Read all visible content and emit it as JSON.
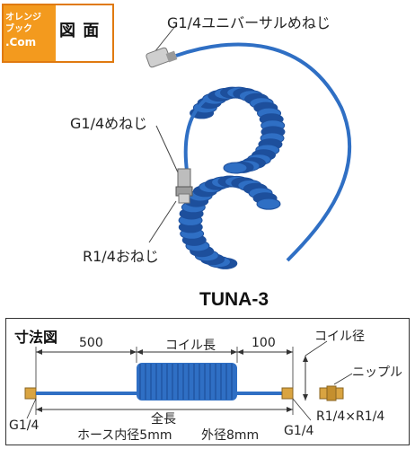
{
  "logo": {
    "line1": "オレンジ",
    "line2": "ブック",
    "com": ".Com",
    "tag": "図 面"
  },
  "labels": {
    "universal_female": "G1/4ユニバーサルめねじ",
    "female": "G1/4めねじ",
    "male": "R1/4おねじ",
    "model": "TUNA-3"
  },
  "dimension": {
    "title": "寸法図",
    "len_500": "500",
    "coil_len": "コイル長",
    "len_100": "100",
    "coil_dia": "コイル径",
    "nipple": "ニップル",
    "left_end": "G1/4",
    "total": "全長",
    "hose_id": "ホース内径5mm",
    "hose_od": "外径8mm",
    "right_end": "G1/4",
    "nipple_thread": "R1/4×R1/4"
  },
  "colors": {
    "hose": "#2f6fc4",
    "hose_dark": "#1d4f9c",
    "brass": "#d9a441",
    "logo_orange": "#f39a1e"
  }
}
